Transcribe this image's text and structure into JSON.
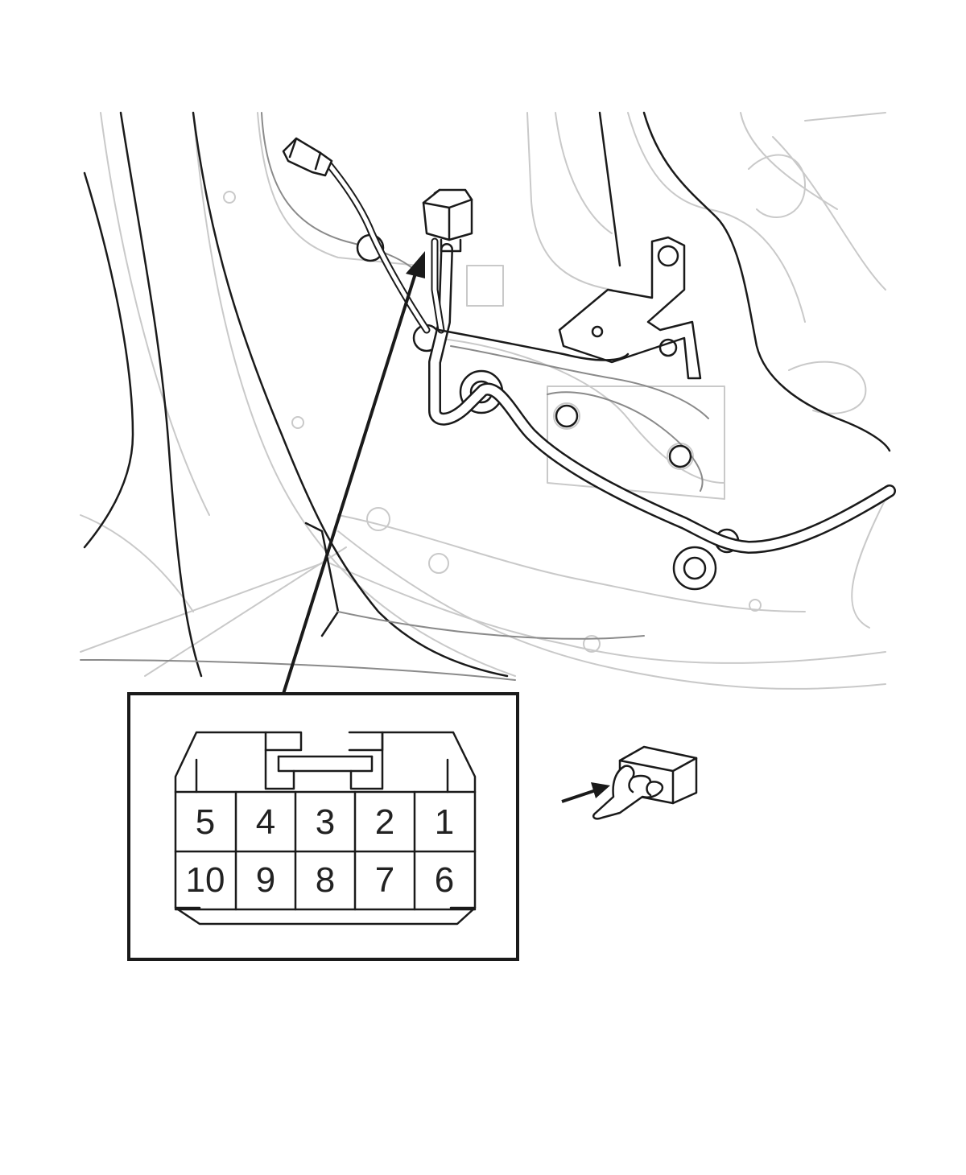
{
  "connector": {
    "pins_top": [
      "5",
      "4",
      "3",
      "2",
      "1"
    ],
    "pins_bottom": [
      "10",
      "9",
      "8",
      "7",
      "6"
    ]
  },
  "icons": {
    "harness_side_connector": "hand-holding-connector-icon"
  },
  "colors": {
    "line": "#1a1a1a",
    "faint_line": "#c9c9c9",
    "background": "#ffffff"
  }
}
